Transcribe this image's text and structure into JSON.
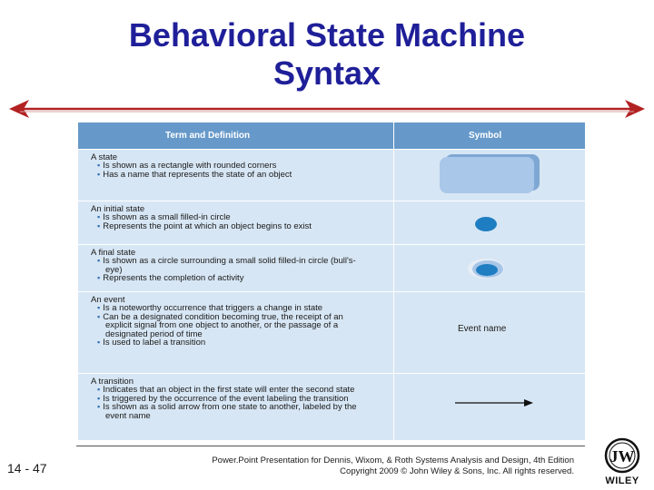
{
  "slide": {
    "title_line1": "Behavioral State Machine",
    "title_line2": "Syntax",
    "title_color": "#1f1f99",
    "arrow_color": "#b22222"
  },
  "table": {
    "header_term": "Term and Definition",
    "header_symbol": "Symbol",
    "header_color": "#6699c9",
    "body_color": "#d7e6f4",
    "rows": [
      {
        "heading": "A state",
        "bullets": [
          "Is shown as a rectangle with rounded corners",
          "Has a name that represents the state of an object"
        ]
      },
      {
        "heading": "An initial state",
        "bullets": [
          "Is shown as a small filled-in circle",
          "Represents the point at which an object begins to exist"
        ]
      },
      {
        "heading": "A final state",
        "bullets": [
          "Is shown as a circle surrounding a small solid filled-in circle (bull's-eye)",
          "Represents the completion of activity"
        ]
      },
      {
        "heading": "An event",
        "bullets": [
          "Is a noteworthy occurrence that triggers a change in state",
          "Can be a designated condition becoming true, the receipt of an explicit signal from one object to another, or the passage of a designated period of time",
          "Is used to label a transition"
        ]
      },
      {
        "heading": "A transition",
        "bullets": [
          "Indicates that an object in the first state will enter the second state",
          "Is triggered by the occurrence of the event labeling the transition",
          "Is shown as a solid arrow from one state to another, labeled by the event name"
        ]
      }
    ],
    "event_symbol_label": "Event name"
  },
  "footer": {
    "page_number": "14 - 47",
    "line1": "Power.Point Presentation for Dennis, Wixom, & Roth Systems Analysis and Design, 4th Edition",
    "line2": "Copyright 2009 © John Wiley & Sons, Inc. All rights reserved.",
    "logo_text": "WILEY"
  }
}
